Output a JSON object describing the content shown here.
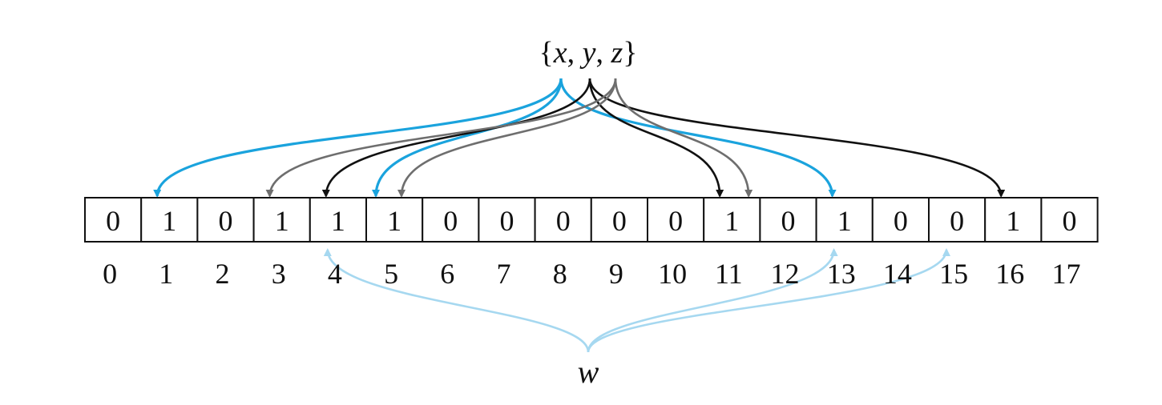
{
  "set_label": {
    "open": "{",
    "x": "x",
    "sep1": ", ",
    "y": "y",
    "sep2": ", ",
    "z": "z",
    "close": "}"
  },
  "query_label": "w",
  "bit_array": {
    "bits": [
      "0",
      "1",
      "0",
      "1",
      "1",
      "1",
      "0",
      "0",
      "0",
      "0",
      "0",
      "1",
      "0",
      "1",
      "0",
      "0",
      "1",
      "0"
    ],
    "indices": [
      "0",
      "1",
      "2",
      "3",
      "4",
      "5",
      "6",
      "7",
      "8",
      "9",
      "10",
      "11",
      "12",
      "13",
      "14",
      "15",
      "16",
      "17"
    ]
  },
  "hash_mappings": [
    {
      "element": "x",
      "color": "#1aa3dd",
      "targets": [
        1,
        5,
        13
      ]
    },
    {
      "element": "y",
      "color": "#111111",
      "targets": [
        4,
        11,
        16
      ]
    },
    {
      "element": "z",
      "color": "#6e6e6e",
      "targets": [
        3,
        5,
        11
      ]
    },
    {
      "element": "w",
      "color": "#a6d8f0",
      "targets": [
        4,
        13,
        15
      ]
    }
  ]
}
